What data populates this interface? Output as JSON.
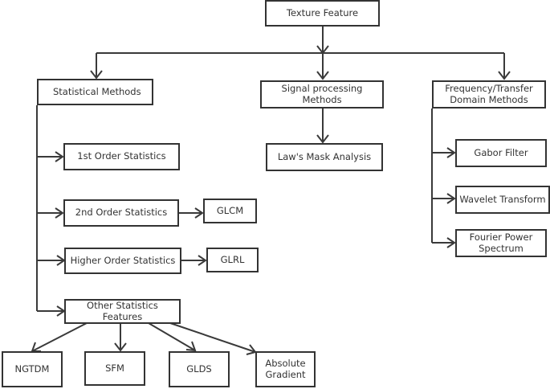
{
  "nodes": {
    "texture_feature": "Texture Feature",
    "statistical_methods": "Statistical Methods",
    "signal_processing_methods": "Signal processing Methods",
    "frequency_transfer": "Frequency/Transfer Domain Methods",
    "first_order": "1st Order Statistics",
    "second_order": "2nd Order Statistics",
    "higher_order": "Higher Order Statistics",
    "other_statistics": "Other Statistics Features",
    "glcm": "GLCM",
    "glrl": "GLRL",
    "laws_mask": "Law's Mask Analysis",
    "gabor_filter": "Gabor Filter",
    "wavelet_transform": "Wavelet Transform",
    "fourier_power": "Fourier Power Spectrum",
    "ngtdm": "NGTDM",
    "sfm": "SFM",
    "glds": "GLDS",
    "absolute_gradient": "Absolute Gradient"
  }
}
